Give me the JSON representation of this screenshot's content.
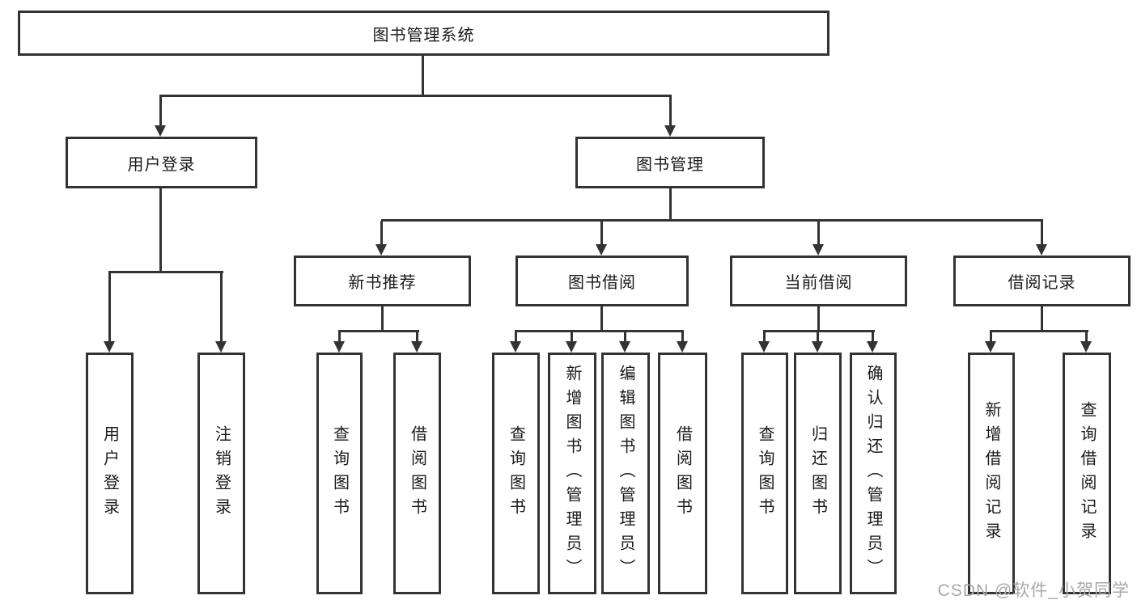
{
  "title": {
    "label": "图书管理系统"
  },
  "branches": {
    "user_login": {
      "label": "用户登录",
      "children": [
        {
          "label": "用户登录"
        },
        {
          "label": "注销登录"
        }
      ]
    },
    "book_management": {
      "label": "图书管理",
      "sections": [
        {
          "label": "新书推荐",
          "children": [
            {
              "label": "查询图书"
            },
            {
              "label": "借阅图书"
            }
          ]
        },
        {
          "label": "图书借阅",
          "children": [
            {
              "label": "查询图书"
            },
            {
              "label": "新增图书（管理员）"
            },
            {
              "label": "编辑图书（管理员）"
            },
            {
              "label": "借阅图书"
            }
          ]
        },
        {
          "label": "当前借阅",
          "children": [
            {
              "label": "查询图书"
            },
            {
              "label": "归还图书"
            },
            {
              "label": "确认归还（管理员）"
            }
          ]
        },
        {
          "label": "借阅记录",
          "children": [
            {
              "label": "新增借阅记录"
            },
            {
              "label": "查询借阅记录"
            }
          ]
        }
      ]
    }
  },
  "watermark": {
    "text": "CSDN @软件_小贺同学"
  },
  "colors": {
    "line": "#333333",
    "text": "#1a1a1a",
    "watermark": "#a8a8a8",
    "background": "#ffffff"
  }
}
